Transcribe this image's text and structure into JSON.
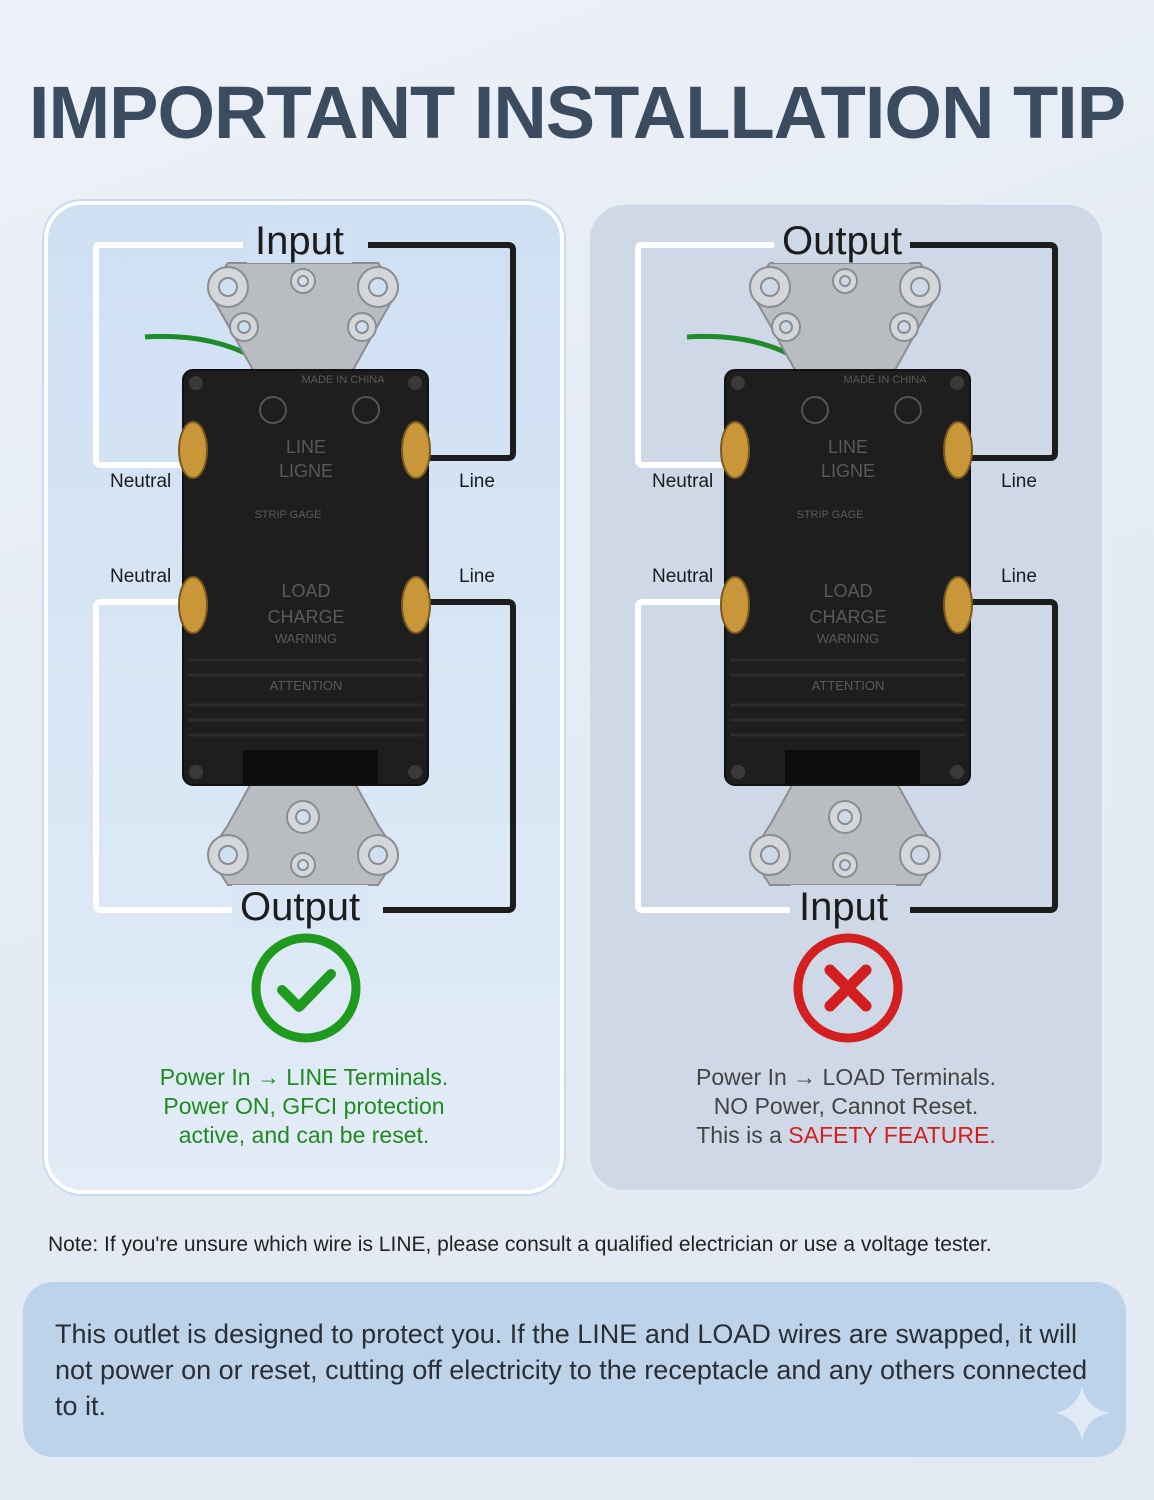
{
  "title": "IMPORTANT INSTALLATION TIP",
  "panels": {
    "correct": {
      "top_label": "Input",
      "bottom_label": "Output",
      "neutral_upper": "Neutral",
      "neutral_lower": "Neutral",
      "line_upper": "Line",
      "line_lower": "Line",
      "status_icon": "check-icon",
      "status_color": "#1f9a1f",
      "message_line1": "Power In → LINE Terminals.",
      "message_line2": "Power ON, GFCI protection",
      "message_line3": "active, and can be reset."
    },
    "incorrect": {
      "top_label": "Output",
      "bottom_label": "Input",
      "neutral_upper": "Neutral",
      "neutral_lower": "Neutral",
      "line_upper": "Line",
      "line_lower": "Line",
      "status_icon": "x-icon",
      "status_color": "#d31f1f",
      "message_line1": "Power In → LOAD Terminals.",
      "message_line2": "NO Power, Cannot Reset.",
      "message_line3_prefix": "This is a ",
      "message_line3_highlight": "SAFETY FEATURE."
    }
  },
  "outlet_markings": {
    "made_in": "MADE IN CHINA",
    "line": "LINE",
    "ligne": "LIGNE",
    "strip_gage": "STRIP GAGE",
    "load": "LOAD",
    "charge": "CHARGE",
    "warning": "WARNING",
    "attention": "ATTENTION"
  },
  "note": "Note: If you're unsure which wire is LINE, please consult a qualified electrician or use a voltage tester.",
  "info": "This outlet is designed to protect you. If the LINE and LOAD wires are swapped, it will not power on or reset, cutting off electricity to the receptacle and any others connected to it."
}
